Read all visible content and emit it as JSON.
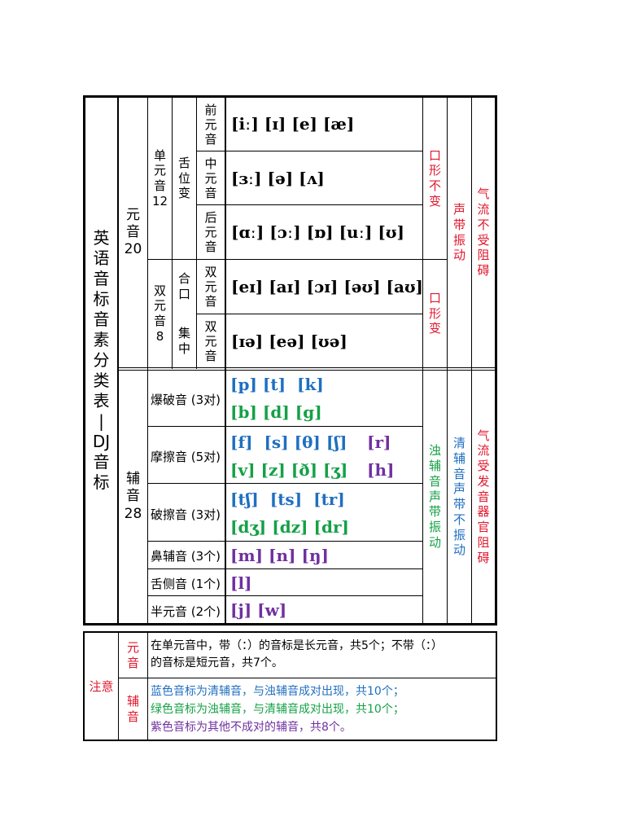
{
  "colors": {
    "blue": "#1f6fc0",
    "green": "#15a046",
    "purple": "#7030a0",
    "red": "#e0182d"
  },
  "title_chars": [
    "英",
    "语",
    "音",
    "标",
    "音",
    "素",
    "分",
    "类",
    "表",
    "|",
    "DJ",
    "音",
    "标"
  ],
  "vowels": {
    "label_chars": [
      "元",
      "音",
      "20"
    ],
    "mono": {
      "label_chars": [
        "单",
        "元",
        "音",
        "12"
      ],
      "tongue_chars": [
        "舌",
        "位",
        "变"
      ],
      "rows": [
        {
          "pos_chars": [
            "前",
            "元",
            "音"
          ],
          "ipa": "[iː] [ɪ] [e] [æ]"
        },
        {
          "pos_chars": [
            "中",
            "元",
            "音"
          ],
          "ipa": "[ɜː] [ə] [ʌ]"
        },
        {
          "pos_chars": [
            "后",
            "元",
            "音"
          ],
          "ipa": "[ɑː] [ɔː] [ɒ] [uː] [ʊ]"
        }
      ],
      "mouth_chars": [
        "口",
        "形",
        "不",
        "变"
      ]
    },
    "diph": {
      "label_chars": [
        "双",
        "元",
        "音",
        "8"
      ],
      "rows": [
        {
          "group_chars": [
            "合",
            "口"
          ],
          "type_chars": [
            "双",
            "元",
            "音"
          ],
          "ipa": "[eɪ] [aɪ] [ɔɪ] [əʊ] [aʊ]"
        },
        {
          "group_chars": [
            "集",
            "中"
          ],
          "type_chars": [
            "双",
            "元",
            "音"
          ],
          "ipa": "[ɪə] [eə] [ʊə]"
        }
      ],
      "mouth_chars": [
        "口",
        "形",
        "变"
      ]
    },
    "vocal_chars": [
      "声",
      "带",
      "振",
      "动"
    ],
    "airflow_chars": [
      "气",
      "流",
      "不",
      "受",
      "阻",
      "碍"
    ]
  },
  "consonants": {
    "label_chars": [
      "辅",
      "音",
      "28"
    ],
    "rows": [
      {
        "name": "爆破音 (3对)",
        "voiceless": [
          "[p]",
          "[t]",
          "[k]"
        ],
        "voiced": [
          "[b]",
          "[d]",
          "[g]"
        ],
        "other": []
      },
      {
        "name": "摩擦音 (5对)",
        "voiceless": [
          "[f]",
          "[s]",
          "[θ]",
          "[ʃ]"
        ],
        "voiced": [
          "[v]",
          "[z]",
          "[ð]",
          "[ʒ]"
        ],
        "other": [
          "[r]",
          "[h]"
        ]
      },
      {
        "name": "破擦音 (3对)",
        "voiceless": [
          "[tʃ]",
          "[ts]",
          "[tr]"
        ],
        "voiced": [
          "[dʒ]",
          "[dz]",
          "[dr]"
        ],
        "other": []
      },
      {
        "name": "鼻辅音 (3个)",
        "ipa": "[m] [n] [ŋ]"
      },
      {
        "name": "舌侧音 (1个)",
        "ipa": "[l]"
      },
      {
        "name": "半元音 (2个)",
        "ipa": "[j] [w]"
      }
    ],
    "voiced_col_chars": [
      "浊",
      "辅",
      "音",
      "声",
      "带",
      "振",
      "动"
    ],
    "voiceless_col_chars": [
      "清",
      "辅",
      "音",
      "声",
      "带",
      "不",
      "振",
      "动"
    ],
    "airflow_chars": [
      "气",
      "流",
      "受",
      "发",
      "音",
      "器",
      "官",
      "阻",
      "碍"
    ]
  },
  "notes": {
    "label": "注意",
    "vowel_label_chars": [
      "元",
      "音"
    ],
    "vowel_lines": [
      "在单元音中，带（：）的音标是长元音，共5个；不带（：）",
      "的音标是短元音，共7个。"
    ],
    "cons_label_chars": [
      "辅",
      "音"
    ],
    "cons_lines": [
      "蓝色音标为清辅音，与浊辅音成对出现，共10个；",
      "绿色音标为浊辅音，与清辅音成对出现，共10个；",
      "紫色音标为其他不成对的辅音，共8个。"
    ]
  }
}
